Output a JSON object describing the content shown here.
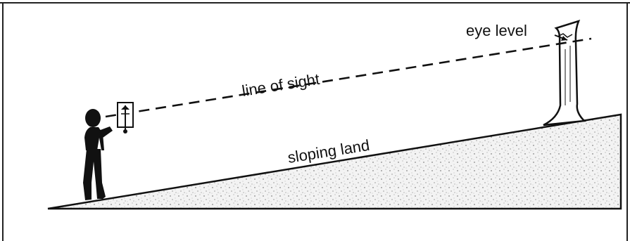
{
  "labels": {
    "eye_level": "eye level",
    "line_of_sight": "line of sight",
    "sloping_land": "sloping land"
  },
  "colors": {
    "ink": "#111111",
    "ground_fill": "#f2f2f2",
    "background": "#ffffff"
  },
  "icons": {
    "observer": "person-silhouette-icon",
    "instrument": "sighting-board-icon",
    "tree": "tree-trunk-icon"
  }
}
